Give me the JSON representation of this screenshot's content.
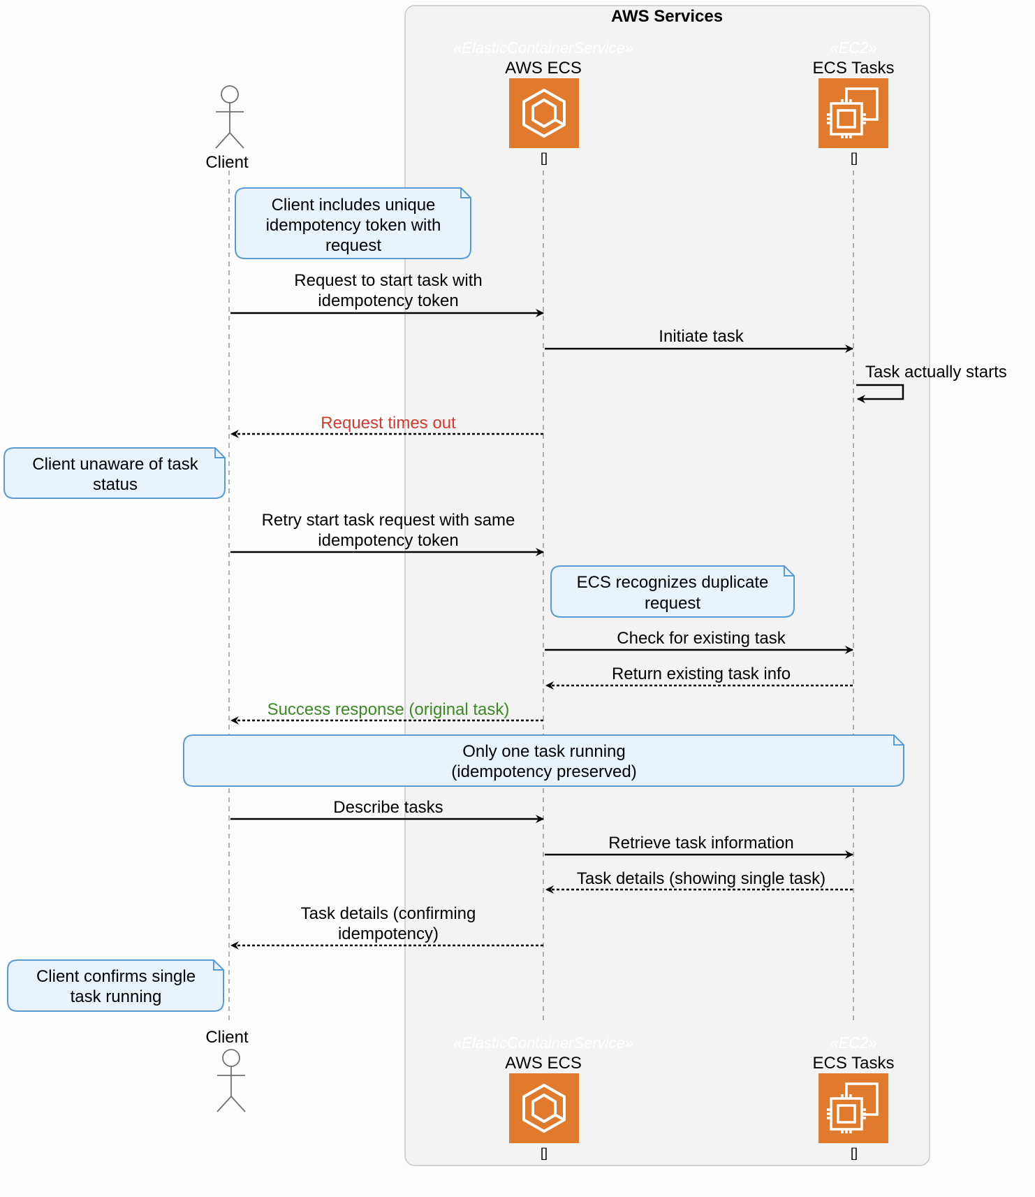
{
  "group": {
    "title": "AWS Services"
  },
  "participants": {
    "client": {
      "label": "Client"
    },
    "ecs": {
      "label": "AWS ECS",
      "stereotype": "«ElasticContainerService»",
      "tag": "[]",
      "icon": "ecs-icon"
    },
    "tasks": {
      "label": "ECS Tasks",
      "stereotype": "«EC2»",
      "tag": "[]",
      "icon": "ec2-icon"
    }
  },
  "notes": {
    "n1": [
      "Client includes unique",
      "idempotency token with",
      "request"
    ],
    "n2": [
      "Client unaware of task",
      "status"
    ],
    "n3": [
      "ECS recognizes duplicate",
      "request"
    ],
    "n4": [
      "Only one task running",
      "(idempotency preserved)"
    ],
    "n5": [
      "Client confirms single",
      "task running"
    ]
  },
  "messages": {
    "m1": [
      "Request to start task with",
      "idempotency token"
    ],
    "m2": [
      "Initiate task"
    ],
    "m3": [
      "Task actually starts"
    ],
    "m4": [
      "Request times out"
    ],
    "m5": [
      "Retry start task request with same",
      "idempotency token"
    ],
    "m6": [
      "Check for existing task"
    ],
    "m7": [
      "Return existing task info"
    ],
    "m8": [
      "Success response (original task)"
    ],
    "m9": [
      "Describe tasks"
    ],
    "m10": [
      "Retrieve task information"
    ],
    "m11": [
      "Task details (showing single task)"
    ],
    "m12": [
      "Task details (confirming",
      "idempotency)"
    ]
  },
  "colors": {
    "ecs_orange": "#e07b2e",
    "note_fill": "#e8f3fb",
    "note_stroke": "#5b9bd5",
    "timeout_red": "#d43a2f",
    "success_green": "#3a8a22",
    "group_fill": "#f3f3f3"
  }
}
